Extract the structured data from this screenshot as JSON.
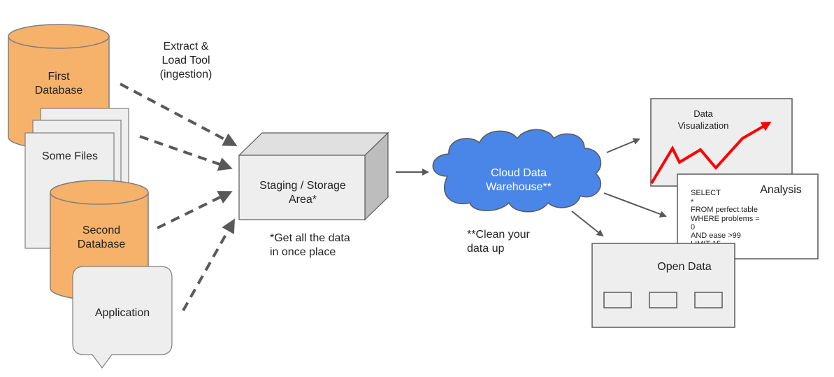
{
  "nodes": {
    "first_db": {
      "lines": [
        "First",
        "Database"
      ]
    },
    "some_files": {
      "label": "Some Files"
    },
    "second_db": {
      "lines": [
        "Second",
        "Database"
      ]
    },
    "application": {
      "label": "Application"
    },
    "staging": {
      "lines": [
        "Staging / Storage",
        "Area*"
      ]
    },
    "cloud": {
      "lines": [
        "Cloud Data",
        "Warehouse**"
      ]
    },
    "data_viz": {
      "lines": [
        "Data",
        "Visualization"
      ]
    },
    "analysis": {
      "title": "Analysis",
      "sql": [
        "SELECT",
        "*",
        "FROM perfect.table",
        "WHERE problems =",
        "0",
        "AND ease >99",
        "LIMIT 15"
      ]
    },
    "open_data": {
      "title": "Open Data"
    }
  },
  "annotations": {
    "extract_tool": [
      "Extract &",
      "Load Tool",
      "(ingestion)"
    ],
    "staging_note": [
      "*Get all the data",
      "in once place"
    ],
    "cloud_note": [
      "**Clean your",
      "data up"
    ]
  },
  "colors": {
    "database_fill": "#f6b26b",
    "database_stroke": "#7f7f7f",
    "box_fill": "#eeeeee",
    "box_stroke": "#595959",
    "cloud_fill": "#4a86e8",
    "cloud_text": "#ffffff",
    "arrow": "#595959",
    "trend_line": "#ff0000"
  }
}
